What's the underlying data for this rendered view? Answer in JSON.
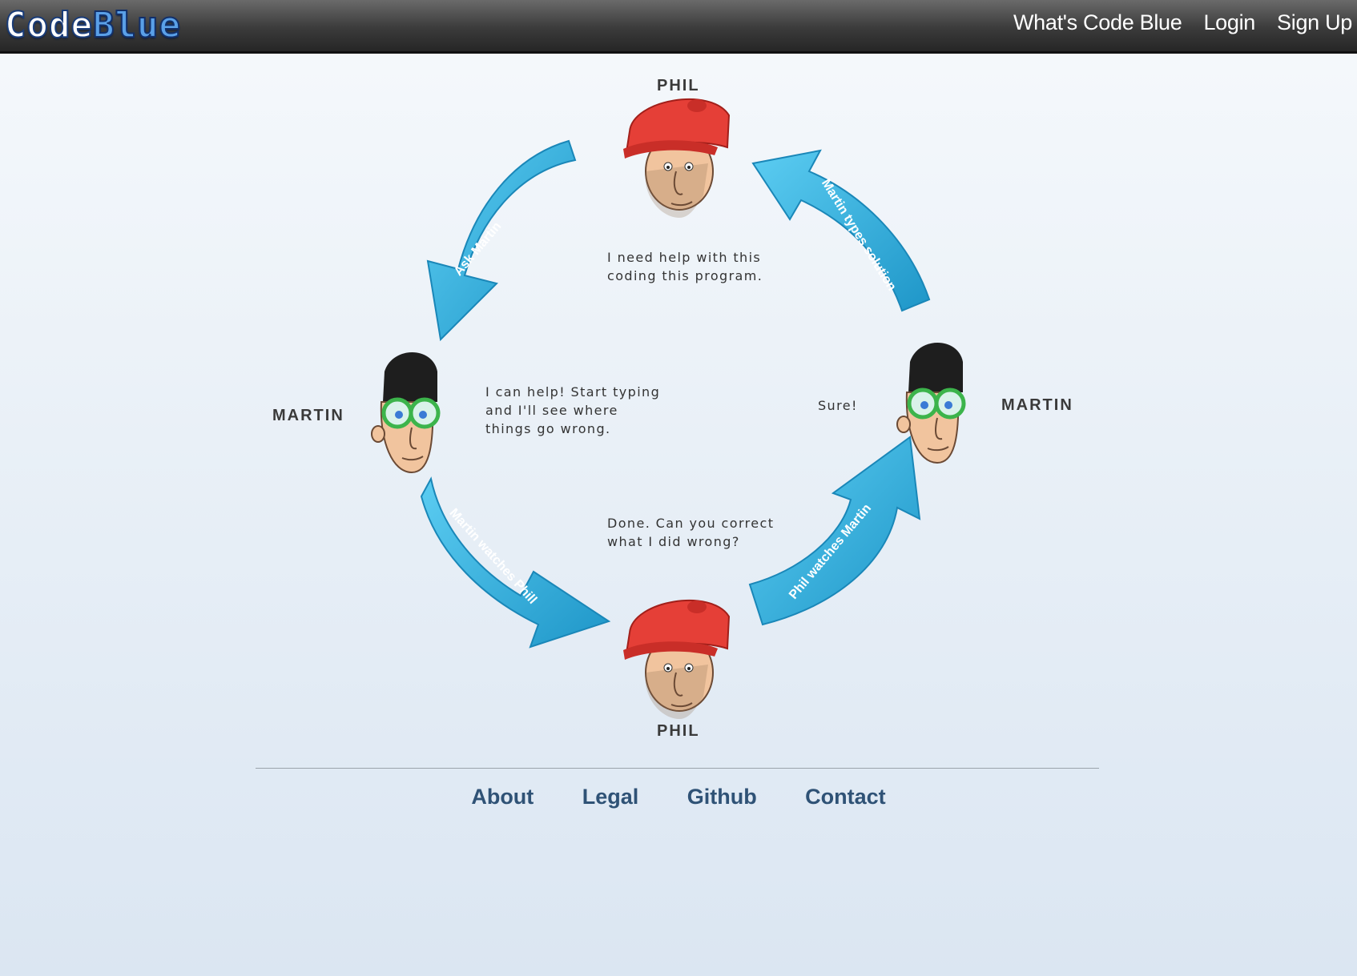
{
  "header": {
    "logo_code": "Code",
    "logo_blue": "Blue",
    "nav": [
      {
        "label": "What's Code Blue"
      },
      {
        "label": "Login"
      },
      {
        "label": "Sign Up"
      }
    ]
  },
  "diagram": {
    "names": {
      "phil_top": "PHIL",
      "phil_bottom": "PHIL",
      "martin_left": "MARTIN",
      "martin_right": "MARTIN"
    },
    "speech": {
      "phil_top": "I need help with this\ncoding this program.",
      "martin_left": "I can help! Start typing\nand I'll see where\nthings go wrong.",
      "martin_right": "Sure!",
      "phil_bottom": "Done. Can you correct\nwhat I did wrong?"
    },
    "arrows": {
      "top_left": "Ask Martin",
      "top_right": "Martin types solution",
      "bottom_left": "Martin watches Phill",
      "bottom_right": "Phil watches Martin"
    },
    "arrow_color": "#2fa7d8"
  },
  "footer": {
    "links": [
      {
        "label": "About"
      },
      {
        "label": "Legal"
      },
      {
        "label": "Github"
      },
      {
        "label": "Contact"
      }
    ]
  }
}
